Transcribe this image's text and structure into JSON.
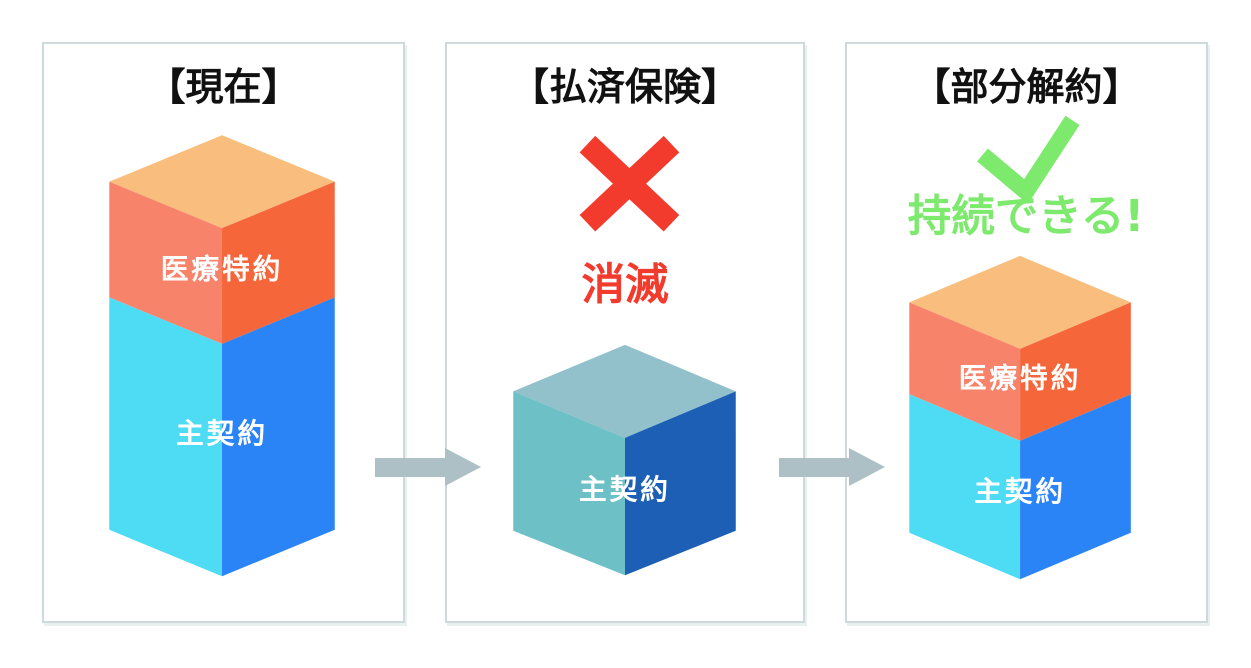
{
  "colors": {
    "panel_border": "#cdd9db",
    "arrow": "#adc0c5",
    "title_text": "#111111",
    "label_text": "#ffffff",
    "cross": "#f23b2d",
    "extinct_text": "#f23b2d",
    "check": "#7de96d",
    "continue_text": "#7de96d",
    "box_top": "#f9be7d",
    "rider_left": "#f8836b",
    "rider_right": "#f6663b",
    "main_left": "#4edcf5",
    "main_right": "#2b84f5",
    "paidup_top": "#92c0cb",
    "paidup_left": "#6cc0c6",
    "paidup_right": "#1d5fb5"
  },
  "panels": [
    {
      "title": "【現在】",
      "box": {
        "rider_label": "医療特約",
        "main_label": "主契約"
      }
    },
    {
      "title": "【払済保険】",
      "status_text": "消滅",
      "box": {
        "main_label": "主契約"
      }
    },
    {
      "title": "【部分解約】",
      "status_text": "持続できる!",
      "box": {
        "rider_label": "医療特約",
        "main_label": "主契約"
      }
    }
  ]
}
